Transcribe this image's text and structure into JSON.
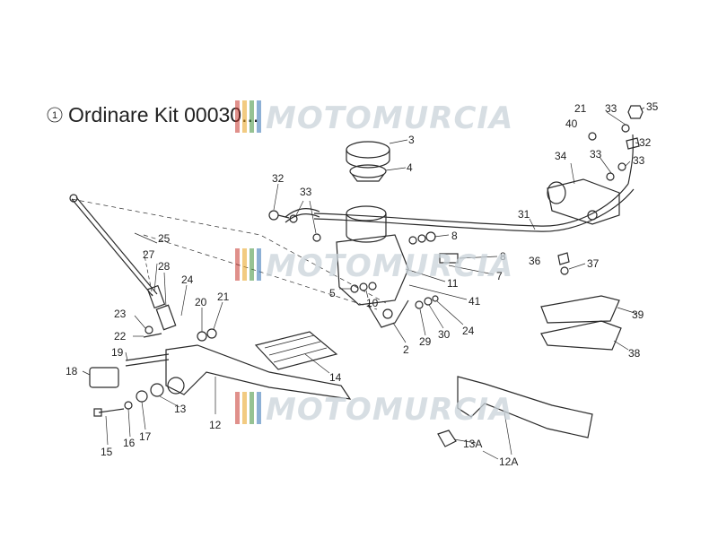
{
  "title": {
    "symbol": "1",
    "text": "Ordinare Kit 00030..."
  },
  "watermarks": [
    "MOTOMURCIA",
    "MOTOMURCIA",
    "MOTOMURCIA"
  ],
  "watermark_colors": [
    "#c7352b",
    "#e7a11c",
    "#3f8f3a",
    "#2f6fb3"
  ],
  "labels": {
    "p3": "3",
    "p4": "4",
    "p32a": "32",
    "p33a": "33",
    "p25": "25",
    "p27": "27",
    "p28": "28",
    "p24a": "24",
    "p8a": "8",
    "p8b": "8",
    "p7": "7",
    "p11": "11",
    "p41": "41",
    "p5": "5",
    "p10": "10",
    "p2": "2",
    "p29": "29",
    "p30": "30",
    "p24b": "24",
    "p23": "23",
    "p22": "22",
    "p20": "20",
    "p21a": "21",
    "p19": "19",
    "p18": "18",
    "p14": "14",
    "p12": "12",
    "p13": "13",
    "p15": "15",
    "p16": "16",
    "p17": "17",
    "p21b": "21",
    "p40": "40",
    "p33b": "33",
    "p35": "35",
    "p32b": "32",
    "p34": "34",
    "p33c": "33",
    "p33d": "33",
    "p31": "31",
    "p36": "36",
    "p37": "37",
    "p39": "39",
    "p38": "38",
    "p13a": "13A",
    "p12a": "12A"
  }
}
